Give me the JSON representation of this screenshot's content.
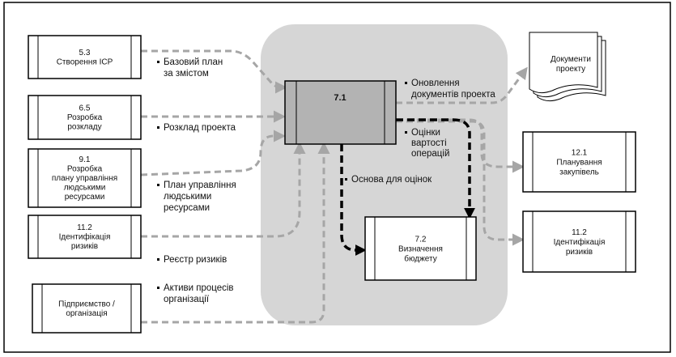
{
  "central_process": {
    "number": "7.1"
  },
  "inputs": [
    {
      "id": "5.3",
      "lines": [
        "5.3",
        "Створення ІСР"
      ]
    },
    {
      "id": "6.5",
      "lines": [
        "6.5",
        "Розробка",
        "розкладу"
      ]
    },
    {
      "id": "9.1",
      "lines": [
        "9.1",
        "Розробка",
        "плану управління",
        "людськими",
        "ресурсами"
      ]
    },
    {
      "id": "11.2",
      "lines": [
        "11.2",
        "Ідентифікація",
        "ризиків"
      ]
    },
    {
      "id": "enterprise",
      "lines": [
        "Підприємство /",
        "організація"
      ]
    }
  ],
  "input_flows": [
    {
      "lines": [
        "Базовий план",
        "за змістом"
      ]
    },
    {
      "lines": [
        "Розклад проекта"
      ]
    },
    {
      "lines": [
        "План управління",
        "людськими",
        "ресурсами"
      ]
    },
    {
      "lines": [
        "Реєстр ризиків"
      ]
    },
    {
      "lines": [
        "Активи процесів",
        "організації"
      ]
    }
  ],
  "outputs": {
    "documents": {
      "lines": [
        "Документи",
        "проекту"
      ]
    },
    "procurement": {
      "lines": [
        "12.1",
        "Планування",
        "закупівель"
      ]
    },
    "risks": {
      "lines": [
        "11.2",
        "Ідентифікація",
        "ризиків"
      ]
    },
    "budget": {
      "lines": [
        "7.2",
        "Визначення",
        "бюджету"
      ]
    }
  },
  "output_flows": {
    "update_docs": {
      "lines": [
        "Оновлення",
        "документів проекта"
      ]
    },
    "cost_estimates": {
      "lines": [
        "Оцінки",
        "вартості",
        "операцій"
      ]
    },
    "basis": {
      "lines": [
        "Основа для оцінок"
      ]
    }
  },
  "colors": {
    "dashed_arrow": "#a6a6a6",
    "emphasis_arrow": "#000000",
    "central_box": "#b3b3b3",
    "background_region": "#d6d6d6"
  }
}
